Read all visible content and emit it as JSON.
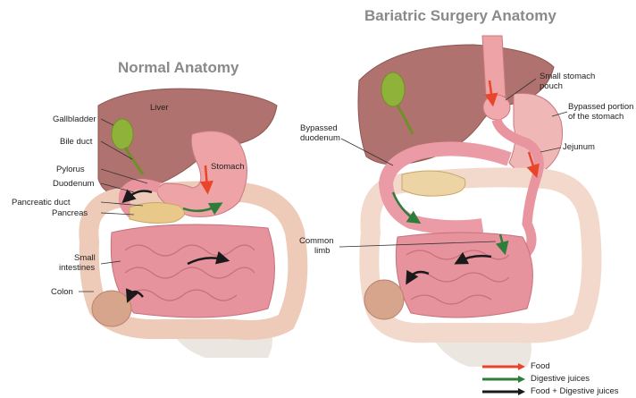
{
  "titles": {
    "bariatric": "Bariatric Surgery Anatomy",
    "normal": "Normal Anatomy"
  },
  "labels": {
    "liver": "Liver",
    "gallbladder": "Gallbladder",
    "bile_duct": "Bile duct",
    "stomach": "Stomach",
    "pylorus": "Pylorus",
    "duodenum": "Duodenum",
    "pancreatic_duct": "Pancreatic duct",
    "pancreas": "Pancreas",
    "small_intestines_1": "Small",
    "small_intestines_2": "intestines",
    "colon": "Colon",
    "small_stomach_pouch_1": "Small stomach",
    "small_stomach_pouch_2": "pouch",
    "bypassed_stomach_1": "Bypassed portion",
    "bypassed_stomach_2": "of the stomach",
    "bypassed_duodenum_1": "Bypassed",
    "bypassed_duodenum_2": "duodenum",
    "jejunum": "Jejunum",
    "common_limb_1": "Common",
    "common_limb_2": "limb"
  },
  "legend": [
    {
      "label": "Food",
      "color": "#e8452b"
    },
    {
      "label": "Digestive juices",
      "color": "#2e7d3a"
    },
    {
      "label": "Food + Digestive juices",
      "color": "#1a1a1a"
    }
  ],
  "colors": {
    "liver": "#b0726e",
    "gallbladder": "#8fb33a",
    "stomach": "#eea3a6",
    "intestine": "#e7939d",
    "colon": "#f0c8b8",
    "pancreas": "#e9c98a"
  }
}
